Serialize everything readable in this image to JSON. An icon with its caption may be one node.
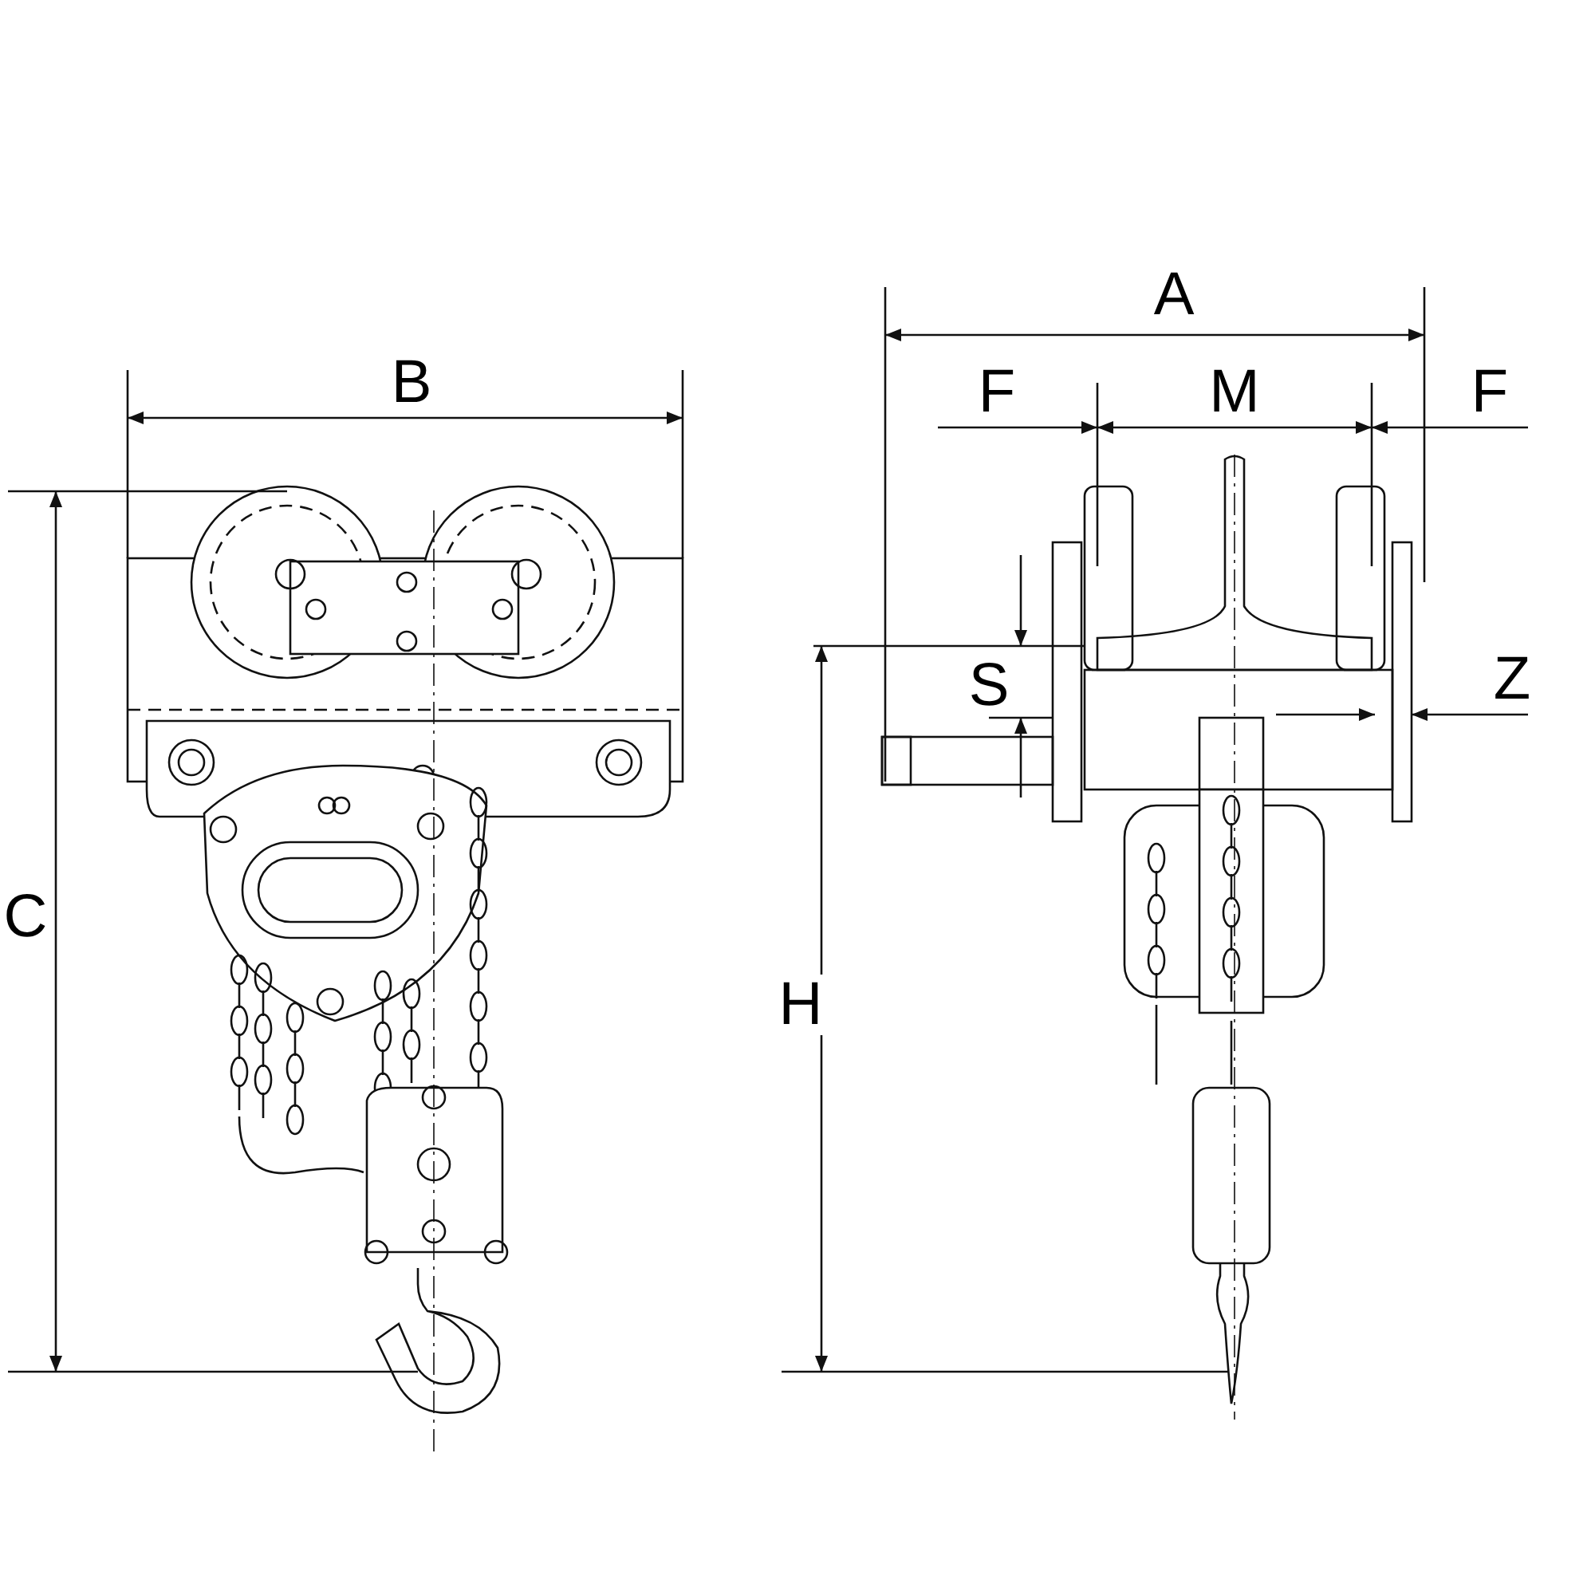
{
  "diagram": {
    "labels": [
      "A",
      "B",
      "F",
      "M",
      "F",
      "S",
      "Z",
      "C",
      "H"
    ]
  }
}
